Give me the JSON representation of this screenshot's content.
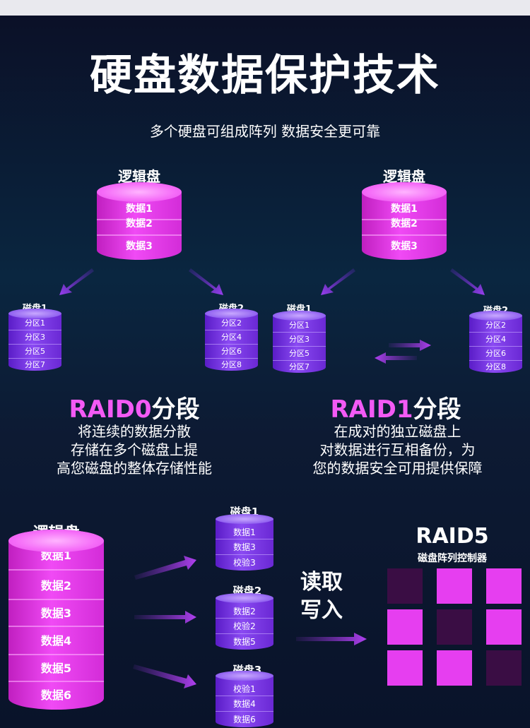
{
  "title": "硬盘数据保护技术",
  "subtitle": "多个硬盘可组成阵列 数据安全更可靠",
  "logical_label": "逻辑盘",
  "logical_rows": [
    "数据1",
    "数据2",
    "数据3"
  ],
  "raid0": {
    "disk1": {
      "label": "磁盘1",
      "rows": [
        "分区1",
        "分区3",
        "分区5",
        "分区7"
      ]
    },
    "disk2": {
      "label": "磁盘2",
      "rows": [
        "分区2",
        "分区4",
        "分区6",
        "分区8"
      ]
    },
    "name_prefix": "RAID0",
    "name_suffix": "分段",
    "desc": [
      "将连续的数据分散",
      "存储在多个磁盘上提",
      "高您磁盘的整体存储性能"
    ]
  },
  "raid1": {
    "disk1": {
      "label": "磁盘1",
      "rows": [
        "分区1",
        "分区3",
        "分区5",
        "分区7"
      ]
    },
    "disk2": {
      "label": "磁盘2",
      "rows": [
        "分区2",
        "分区4",
        "分区6",
        "分区8"
      ]
    },
    "name_prefix": "RAID1",
    "name_suffix": "分段",
    "desc": [
      "在成对的独立磁盘上",
      "对数据进行互相备份，为",
      "您的数据安全可用提供保障"
    ]
  },
  "raid5": {
    "logical_label": "逻辑盘",
    "logical_rows": [
      "数据1",
      "数据2",
      "数据3",
      "数据4",
      "数据5",
      "数据6"
    ],
    "disk1": {
      "label": "磁盘1",
      "rows": [
        "数据1",
        "数据3",
        "校验3"
      ]
    },
    "disk2": {
      "label": "磁盘2",
      "rows": [
        "数据2",
        "校验2",
        "数据5"
      ]
    },
    "disk3": {
      "label": "磁盘3",
      "rows": [
        "校验1",
        "数据4",
        "数据6"
      ]
    },
    "rw_line1": "读取",
    "rw_line2": "写入",
    "controller_title": "RAID5",
    "controller_sub": "磁盘阵列控制器",
    "grid_states": [
      0,
      1,
      1,
      1,
      0,
      1,
      1,
      1,
      0
    ]
  },
  "colors": {
    "accent": "#f35af5",
    "dark_cell": "#3a0d44",
    "bright_cell": "#e63ef0"
  }
}
